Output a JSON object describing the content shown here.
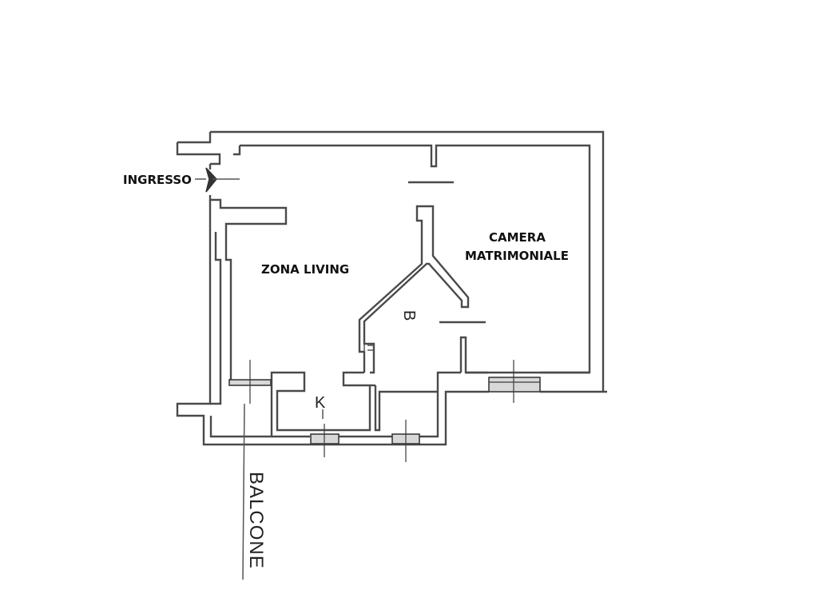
{
  "labels": {
    "entrance": "INGRESSO",
    "living": "ZONA LIVING",
    "bedroom_line1": "CAMERA",
    "bedroom_line2": "MATRIMONIALE",
    "bathroom": "B",
    "kitchen": "K",
    "balcony": "BALCONE"
  },
  "colors": {
    "wall": "#4a4a4a",
    "arrow": "#333333"
  }
}
